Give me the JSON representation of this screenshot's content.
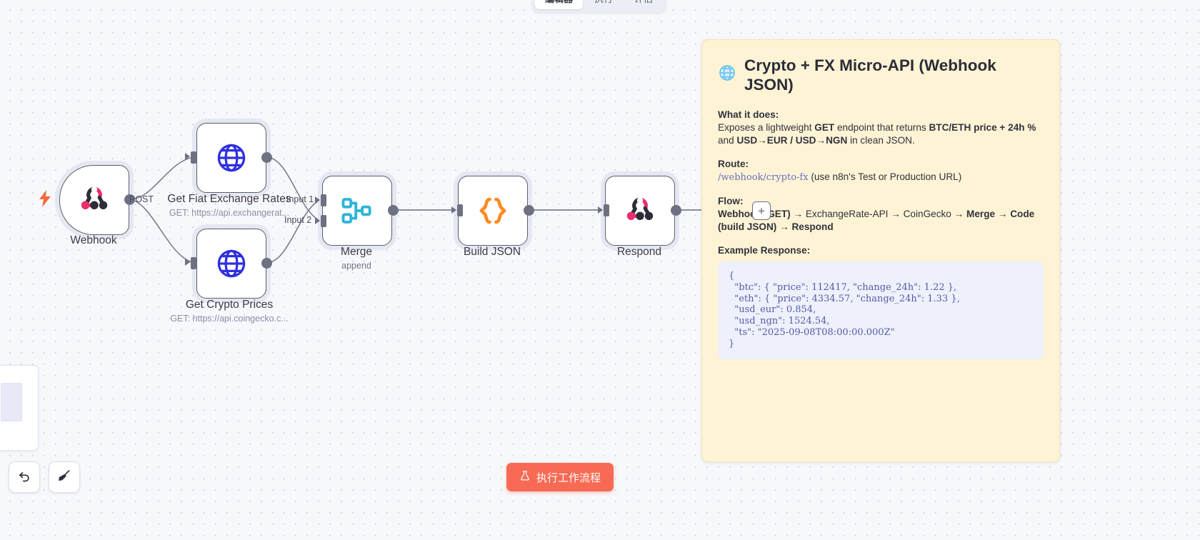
{
  "tabs": [
    {
      "label": "编辑器",
      "active": true
    },
    {
      "label": "执行",
      "active": false
    },
    {
      "label": "评估",
      "active": false
    }
  ],
  "nodes": [
    {
      "id": "webhook",
      "name": "Webhook",
      "sublabel": "",
      "icon": "n8n-webhook-icon"
    },
    {
      "id": "fiat",
      "name": "Get Fiat Exchange Rates",
      "sublabel": "GET: https://api.exchangerat...",
      "icon": "globe-icon"
    },
    {
      "id": "crypto",
      "name": "Get Crypto Prices",
      "sublabel": "GET: https://api.coingecko.c...",
      "icon": "globe-icon"
    },
    {
      "id": "merge",
      "name": "Merge",
      "sublabel": "append",
      "icon": "merge-icon"
    },
    {
      "id": "buildjson",
      "name": "Build JSON",
      "sublabel": "",
      "icon": "code-braces-icon"
    },
    {
      "id": "respond",
      "name": "Respond",
      "sublabel": "",
      "icon": "n8n-webhook-icon"
    }
  ],
  "edge_labels": {
    "webhook_out": "POST",
    "merge_input_1": "Input 1",
    "merge_input_2": "Input 2"
  },
  "add_node_button": "+",
  "sticky": {
    "title": "Crypto + FX Micro-API (Webhook JSON)",
    "icon": "globe-icon",
    "what_it_does_label": "What it does:",
    "what_it_does_line1_pre": "Exposes a lightweight ",
    "what_it_does_get": "GET",
    "what_it_does_line1_mid": " endpoint that returns ",
    "what_it_does_btceth": "BTC/ETH price + 24h %",
    "what_it_does_line1_post": " and ",
    "what_it_does_pairs": "USD→EUR / USD→NGN",
    "what_it_does_line2_post": " in clean JSON.",
    "route_label": "Route:",
    "route_path": "/webhook/crypto-fx",
    "route_note": " (use n8n's Test or Production URL)",
    "flow_label": "Flow:",
    "flow_text_a": "Webhook (GET)",
    "flow_text_b": " → ExchangeRate-API → CoinGecko → ",
    "flow_text_c": "Merge",
    "flow_text_d": " → ",
    "flow_text_e": "Code (build JSON)",
    "flow_text_f": " → ",
    "flow_text_g": "Respond",
    "example_label": "Example Response:",
    "example_json": "{\n  \"btc\": { \"price\": 112417, \"change_24h\": 1.22 },\n  \"eth\": { \"price\": 4334.57, \"change_24h\": 1.33 },\n  \"usd_eur\": 0.854,\n  \"usd_ngn\": 1524.54,\n  \"ts\": \"2025-09-08T08:00:00.000Z\"\n}"
  },
  "controls": {
    "undo_icon": "undo-arrow-icon",
    "tidy_icon": "broom-icon",
    "minimap": "canvas-minimap"
  },
  "execute_button": {
    "label": "执行工作流程",
    "icon": "flask-icon",
    "color": "#f86a53"
  }
}
